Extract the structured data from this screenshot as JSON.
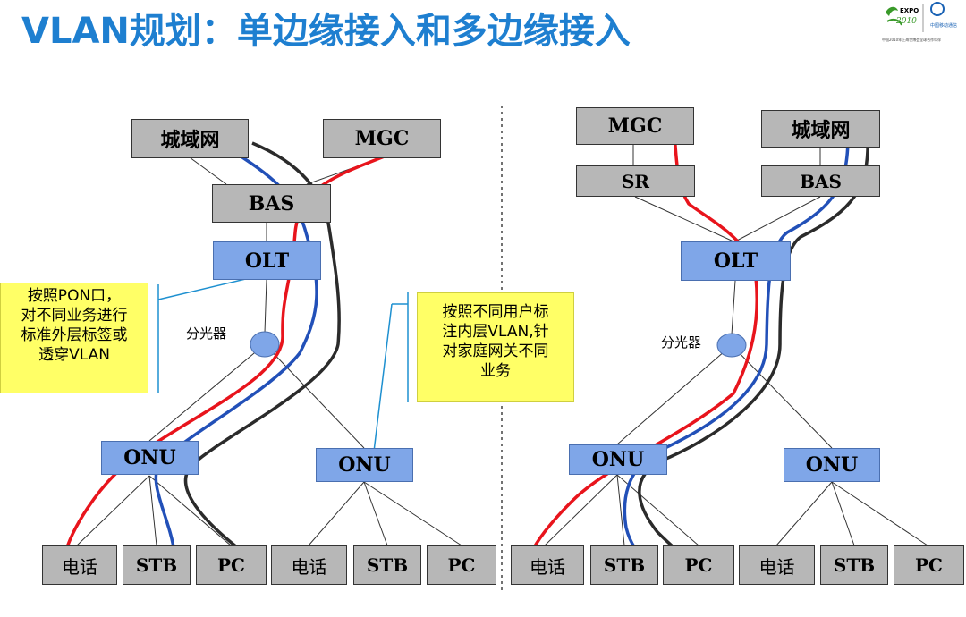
{
  "title": "VLAN规划：单边缘接入和多边缘接入",
  "logo": {
    "expo_text": "EXPO",
    "year_text": "2010",
    "brand_text": "中国移动通信",
    "partner_caption": "中国2010年上海世博会全球合作伙伴"
  },
  "nodes": {
    "metro": "城域网",
    "mgc": "MGC",
    "sr": "SR",
    "bas": "BAS",
    "olt": "OLT",
    "splitter": "分光器",
    "onu": "ONU",
    "phone": "电话",
    "stb": "STB",
    "pc": "PC"
  },
  "callouts": {
    "left": [
      "按照PON口，",
      "对不同业务进行",
      "标准外层标签或",
      "透穿VLAN"
    ],
    "right": [
      "按照不同用户标",
      "注内层VLAN,针",
      "对家庭网关不同",
      "业务"
    ]
  },
  "colors": {
    "title": "#1e7fd0",
    "gray_node": "#b7b7b7",
    "blue_node": "#7fa6e8",
    "callout_bg": "#ffff66",
    "voice_path": "#e8141c",
    "iptv_path": "#2250b8",
    "data_path": "#2b2b2b"
  }
}
